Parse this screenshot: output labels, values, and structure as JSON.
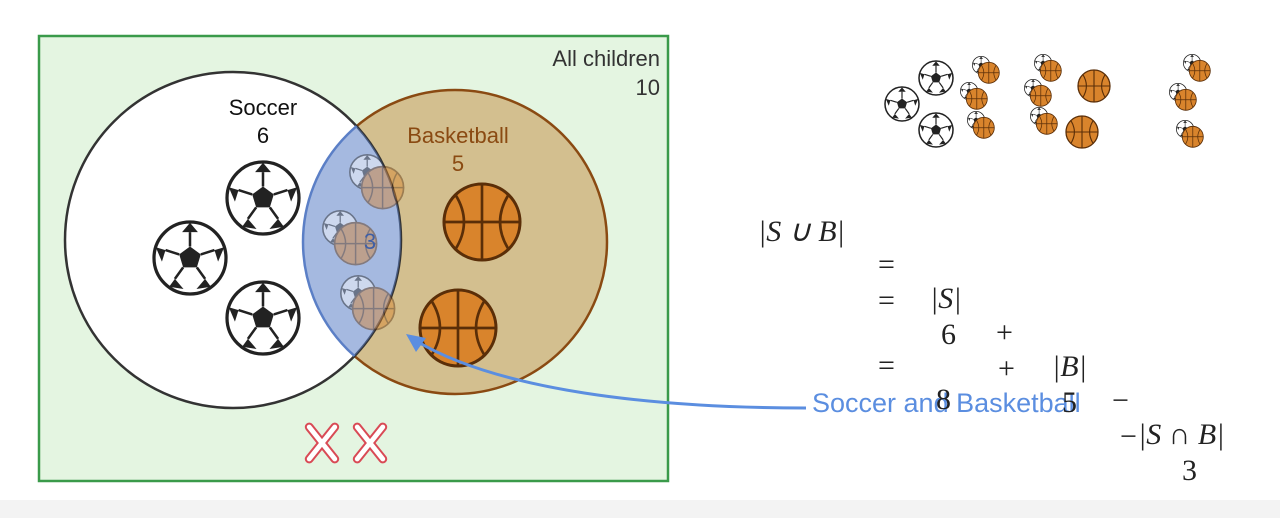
{
  "universe": {
    "label": "All children",
    "count": "10",
    "fill": "#e4f5e1",
    "stroke": "#3a9a4a"
  },
  "soccer": {
    "label": "Soccer",
    "count": "6",
    "color": "#111111"
  },
  "basketball": {
    "label": "Basketball",
    "count": "5",
    "color": "#8a4a12",
    "fill": "#d3bf8f"
  },
  "intersection": {
    "count": "3",
    "color": "#5b7fc6"
  },
  "callout": {
    "label": "Soccer and Basketball",
    "color": "#5b8ee0"
  },
  "formula": {
    "row1": {
      "lhs": "|S ∪ B|",
      "eq": "=",
      "a": "|S|",
      "op1": "+",
      "b": "|B|",
      "op2": "−",
      "c": "|S ∩ B|"
    },
    "row2": {
      "eq": "=",
      "a": "6",
      "op1": "+",
      "b": "5",
      "op2": "−",
      "c": "3"
    },
    "row3": {
      "eq": "=",
      "a": "8"
    }
  },
  "icons": {
    "soccer_in_circle": "soccer-ball-icon",
    "basketball_in_circle": "basketball-icon",
    "both_in_intersection": "soccer-basketball-icon",
    "outside_neither": "x-mark-icon"
  }
}
